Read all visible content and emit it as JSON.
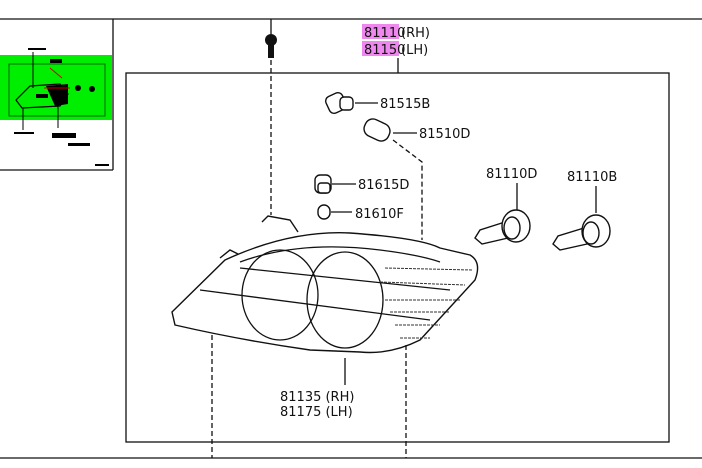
{
  "diagram": {
    "highlight_color": "#ee88ee",
    "thumbnail_color": "#00ee00",
    "headlamp_assembly": {
      "part_rh": "81110",
      "side_rh": "(RH)",
      "part_lh": "81150",
      "side_lh": "(LH)"
    },
    "parts": [
      {
        "label": "81515B"
      },
      {
        "label": "81510D"
      },
      {
        "label": "81615D"
      },
      {
        "label": "81610F"
      },
      {
        "label": "81110D"
      },
      {
        "label": "81110B"
      }
    ],
    "lens": {
      "rh": "81135 (RH)",
      "lh": "81175 (LH)"
    }
  }
}
